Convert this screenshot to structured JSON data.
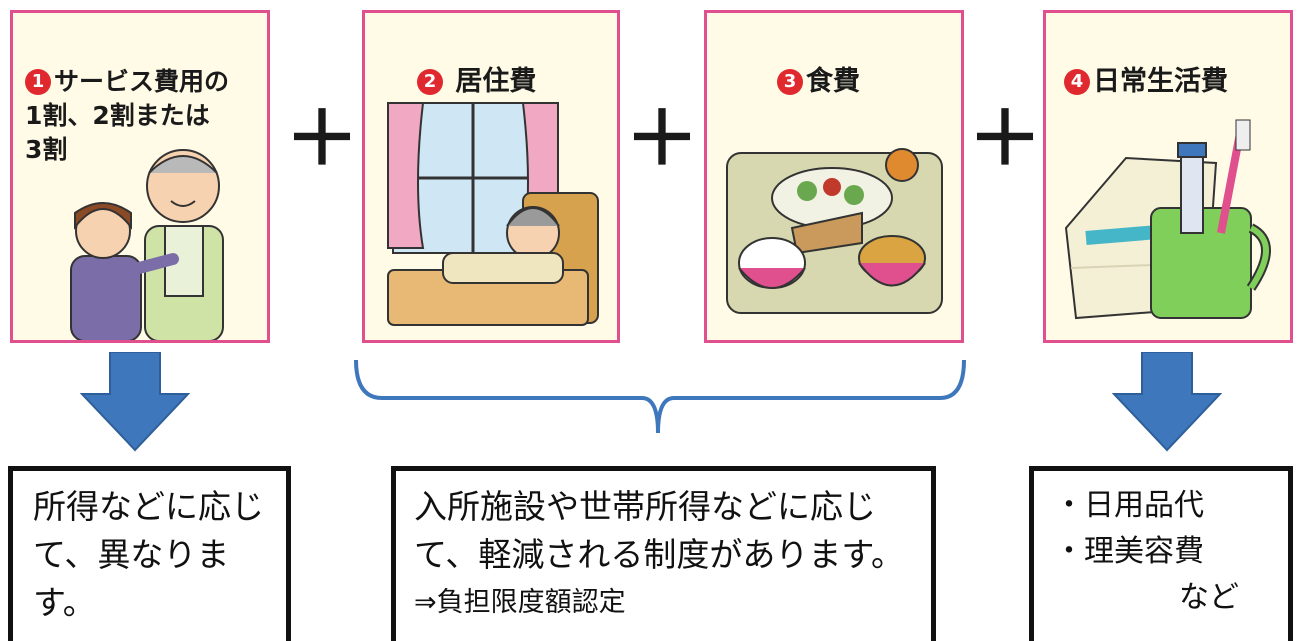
{
  "cards": [
    {
      "number": "1",
      "title": "サービス費用の\n1割、2割または\n3割",
      "illustration": "caregiver-elder-illustration"
    },
    {
      "number": "2",
      "title": "居住費",
      "illustration": "room-window-bed-illustration"
    },
    {
      "number": "3",
      "title": "食費",
      "illustration": "meal-tray-illustration"
    },
    {
      "number": "4",
      "title": "日常生活費",
      "illustration": "towel-toothbrush-cup-illustration"
    }
  ],
  "operators": [
    "＋",
    "＋",
    "＋"
  ],
  "notes": {
    "left": {
      "line1": "所得などに応じ",
      "line2": "て、異なります。"
    },
    "center": {
      "line1": "入所施設や世帯所得などに応じ",
      "line2": "て、軽減される制度があります。",
      "line3": "⇒負担限度額認定"
    },
    "right": {
      "item1": "・日用品代",
      "item2": "・理美容費",
      "suffix": "など"
    }
  },
  "colors": {
    "card_border": "#e0508e",
    "card_bg": "#fffbe6",
    "arrow": "#3f77bc",
    "number_badge": "#e0282f"
  }
}
